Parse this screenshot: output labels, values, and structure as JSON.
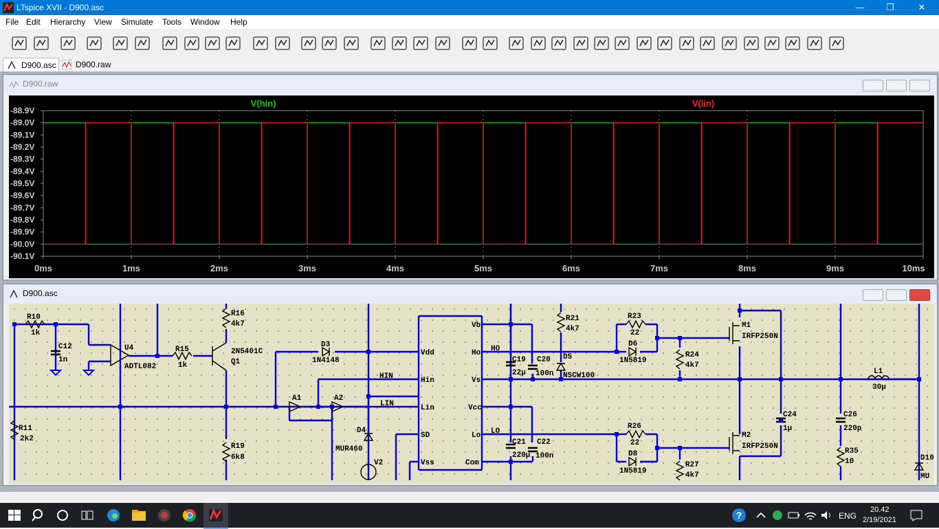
{
  "window": {
    "title": "LTspice XVII - D900.asc",
    "controls": [
      "—",
      "❐",
      "✕"
    ]
  },
  "menu": [
    "File",
    "Edit",
    "Hierarchy",
    "View",
    "Simulate",
    "Tools",
    "Window",
    "Help"
  ],
  "toolbar": {
    "icons": [
      "run-icon",
      "open-icon",
      "save-icon",
      "control-panel-icon",
      "halt-icon",
      "pan-icon",
      "zoom-in-icon",
      "zoom-area-icon",
      "zoom-out-icon",
      "zoom-cancel-icon",
      "autorange-icon",
      "unzoom-icon",
      "tile-icon",
      "cascade-icon",
      "arrange-icon",
      "cut-icon",
      "copy-icon",
      "paste-icon",
      "find-icon",
      "print-preview-icon",
      "print-icon",
      "draw-wire-icon",
      "ground-icon",
      "label-net-icon",
      "resistor-icon",
      "capacitor-icon",
      "inductor-icon",
      "diode-icon",
      "component-icon",
      "move-icon",
      "drag-icon",
      "undo-icon",
      "redo-icon",
      "rotate-icon",
      "mirror-icon",
      "text-icon",
      "spice-directive-icon"
    ]
  },
  "tabs": [
    {
      "label": "D900.asc",
      "icon": "schematic-tab-icon"
    },
    {
      "label": "D900.raw",
      "icon": "waveform-tab-icon"
    }
  ],
  "waveform_window": {
    "title": "D900.raw",
    "traces": [
      {
        "name": "V(hin)",
        "color": "#00d000"
      },
      {
        "name": "V(lin)",
        "color": "#ff2020"
      }
    ],
    "y_ticks": [
      "-88.9V",
      "-89.0V",
      "-89.1V",
      "-89.2V",
      "-89.3V",
      "-89.4V",
      "-89.5V",
      "-89.6V",
      "-89.7V",
      "-89.8V",
      "-89.9V",
      "-90.0V",
      "-90.1V"
    ],
    "x_ticks": [
      "0ms",
      "1ms",
      "2ms",
      "3ms",
      "4ms",
      "5ms",
      "6ms",
      "7ms",
      "8ms",
      "9ms",
      "10ms"
    ],
    "period_ms": 1.0,
    "high_v": -89.0,
    "low_v": -90.0
  },
  "schematic_window": {
    "title": "D900.asc",
    "labels": {
      "r10": "R10",
      "r10v": "1k",
      "c12": "C12",
      "c12v": "1n",
      "u4": "U4",
      "u4v": "ADTL082",
      "r15": "R15",
      "r15v": "1k",
      "r16": "R16",
      "r16v": "4k7",
      "q1v": "2N5401C",
      "q1": "Q1",
      "d3": "D3",
      "d3v": "1N4148",
      "a1": "A1",
      "a2": "A2",
      "r11": "R11",
      "r11v": "2k2",
      "r19": "R19",
      "r19v": "6k8",
      "d4": "D4",
      "d4v": "MUR460",
      "v2": "V2",
      "hin": "HIN",
      "lin": "LIN",
      "ho": "HO",
      "lo": "LO",
      "pin_vdd": "Vdd",
      "pin_hin": "Hin",
      "pin_lin": "Lin",
      "pin_sd": "SD",
      "pin_vss": "Vss",
      "pin_vb": "Vb",
      "pin_ho": "Ho",
      "pin_vs": "Vs",
      "pin_vcc": "Vcc",
      "pin_lo": "Lo",
      "pin_com": "Com",
      "c19": "C19",
      "c19v": "22µ",
      "c20": "C20",
      "c20v": "100n",
      "r21": "R21",
      "r21v": "4k7",
      "d5": "D5",
      "d5v": "NSCW100",
      "c21": "C21",
      "c21v": "220µ",
      "c22": "C22",
      "c22v": "100n",
      "r23": "R23",
      "r23v": "22",
      "d6": "D6",
      "d6v": "1N5819",
      "r24": "R24",
      "r24v": "4k7",
      "r26": "R26",
      "r26v": "22",
      "d8": "D8",
      "d8v": "1N5819",
      "r27": "R27",
      "r27v": "4k7",
      "m1": "M1",
      "m1v": "IRFP250N",
      "m2": "M2",
      "m2v": "IRFP250N",
      "c24": "C24",
      "c24v": "1µ",
      "c26": "C26",
      "c26v": "220p",
      "r35": "R35",
      "r35v": "10",
      "l1": "L1",
      "l1v": "30µ",
      "d10": "D10",
      "d10v": "MU"
    }
  },
  "taskbar": {
    "lang": "ENG",
    "time": "20.42",
    "date": "2/19/2021"
  }
}
